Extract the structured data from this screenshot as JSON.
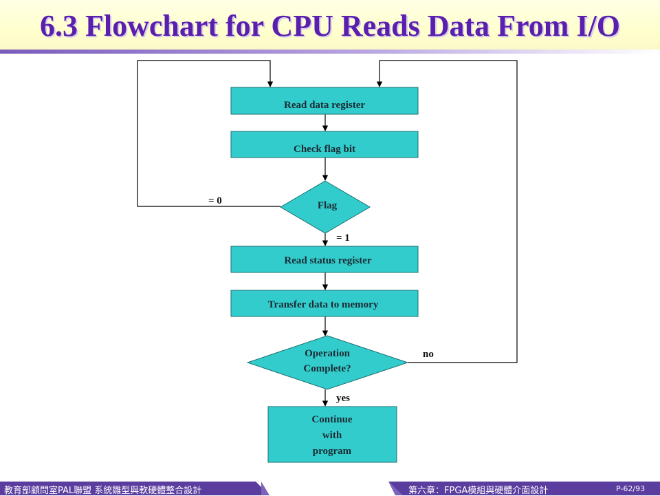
{
  "slide": {
    "title": "6.3 Flowchart for CPU Reads Data From I/O"
  },
  "flowchart": {
    "nodes": {
      "read_data": "Read data register",
      "check_flag": "Check flag bit",
      "flag": "Flag",
      "read_status": "Read status register",
      "transfer": "Transfer data to memory",
      "op_line1": "Operation",
      "op_line2": "Complete?",
      "cont_line1": "Continue",
      "cont_line2": "with",
      "cont_line3": "program"
    },
    "labels": {
      "flag_zero": "= 0",
      "flag_one": "= 1",
      "no": "no",
      "yes": "yes"
    },
    "colors": {
      "node_fill": "#33cccc",
      "node_stroke": "#1a6e70",
      "line": "#000000"
    }
  },
  "footer": {
    "left": "教育部顧問室PAL聯盟 系統雛型與軟硬體整合設計",
    "center": "第六章：FPGA模組與硬體介面設計",
    "page": "P-62/93"
  }
}
